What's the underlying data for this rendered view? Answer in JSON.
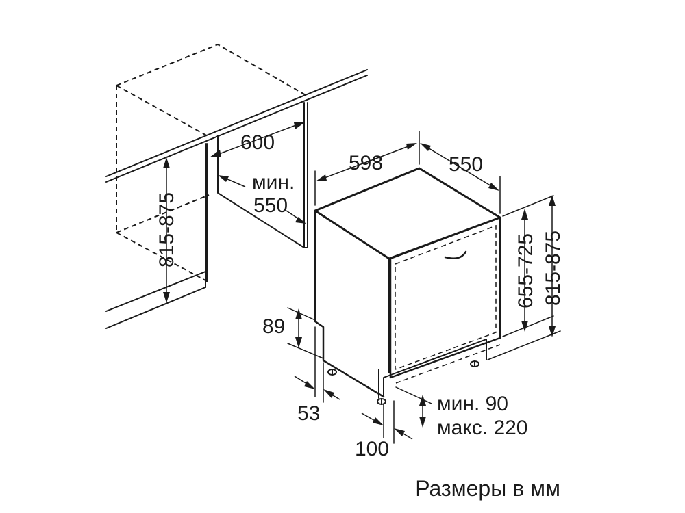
{
  "labels": {
    "niche_width": "600",
    "niche_depth_prefix": "мин.",
    "niche_depth_value": "550",
    "niche_height": "815-875",
    "appliance_width": "598",
    "appliance_depth": "550",
    "door_height": "655-725",
    "appliance_height": "815-875",
    "plinth_height": "89",
    "plinth_recess": "53",
    "foot_offset": "100",
    "kick_min": "мин. 90",
    "kick_max": "макс. 220",
    "caption": "Размеры в мм"
  }
}
